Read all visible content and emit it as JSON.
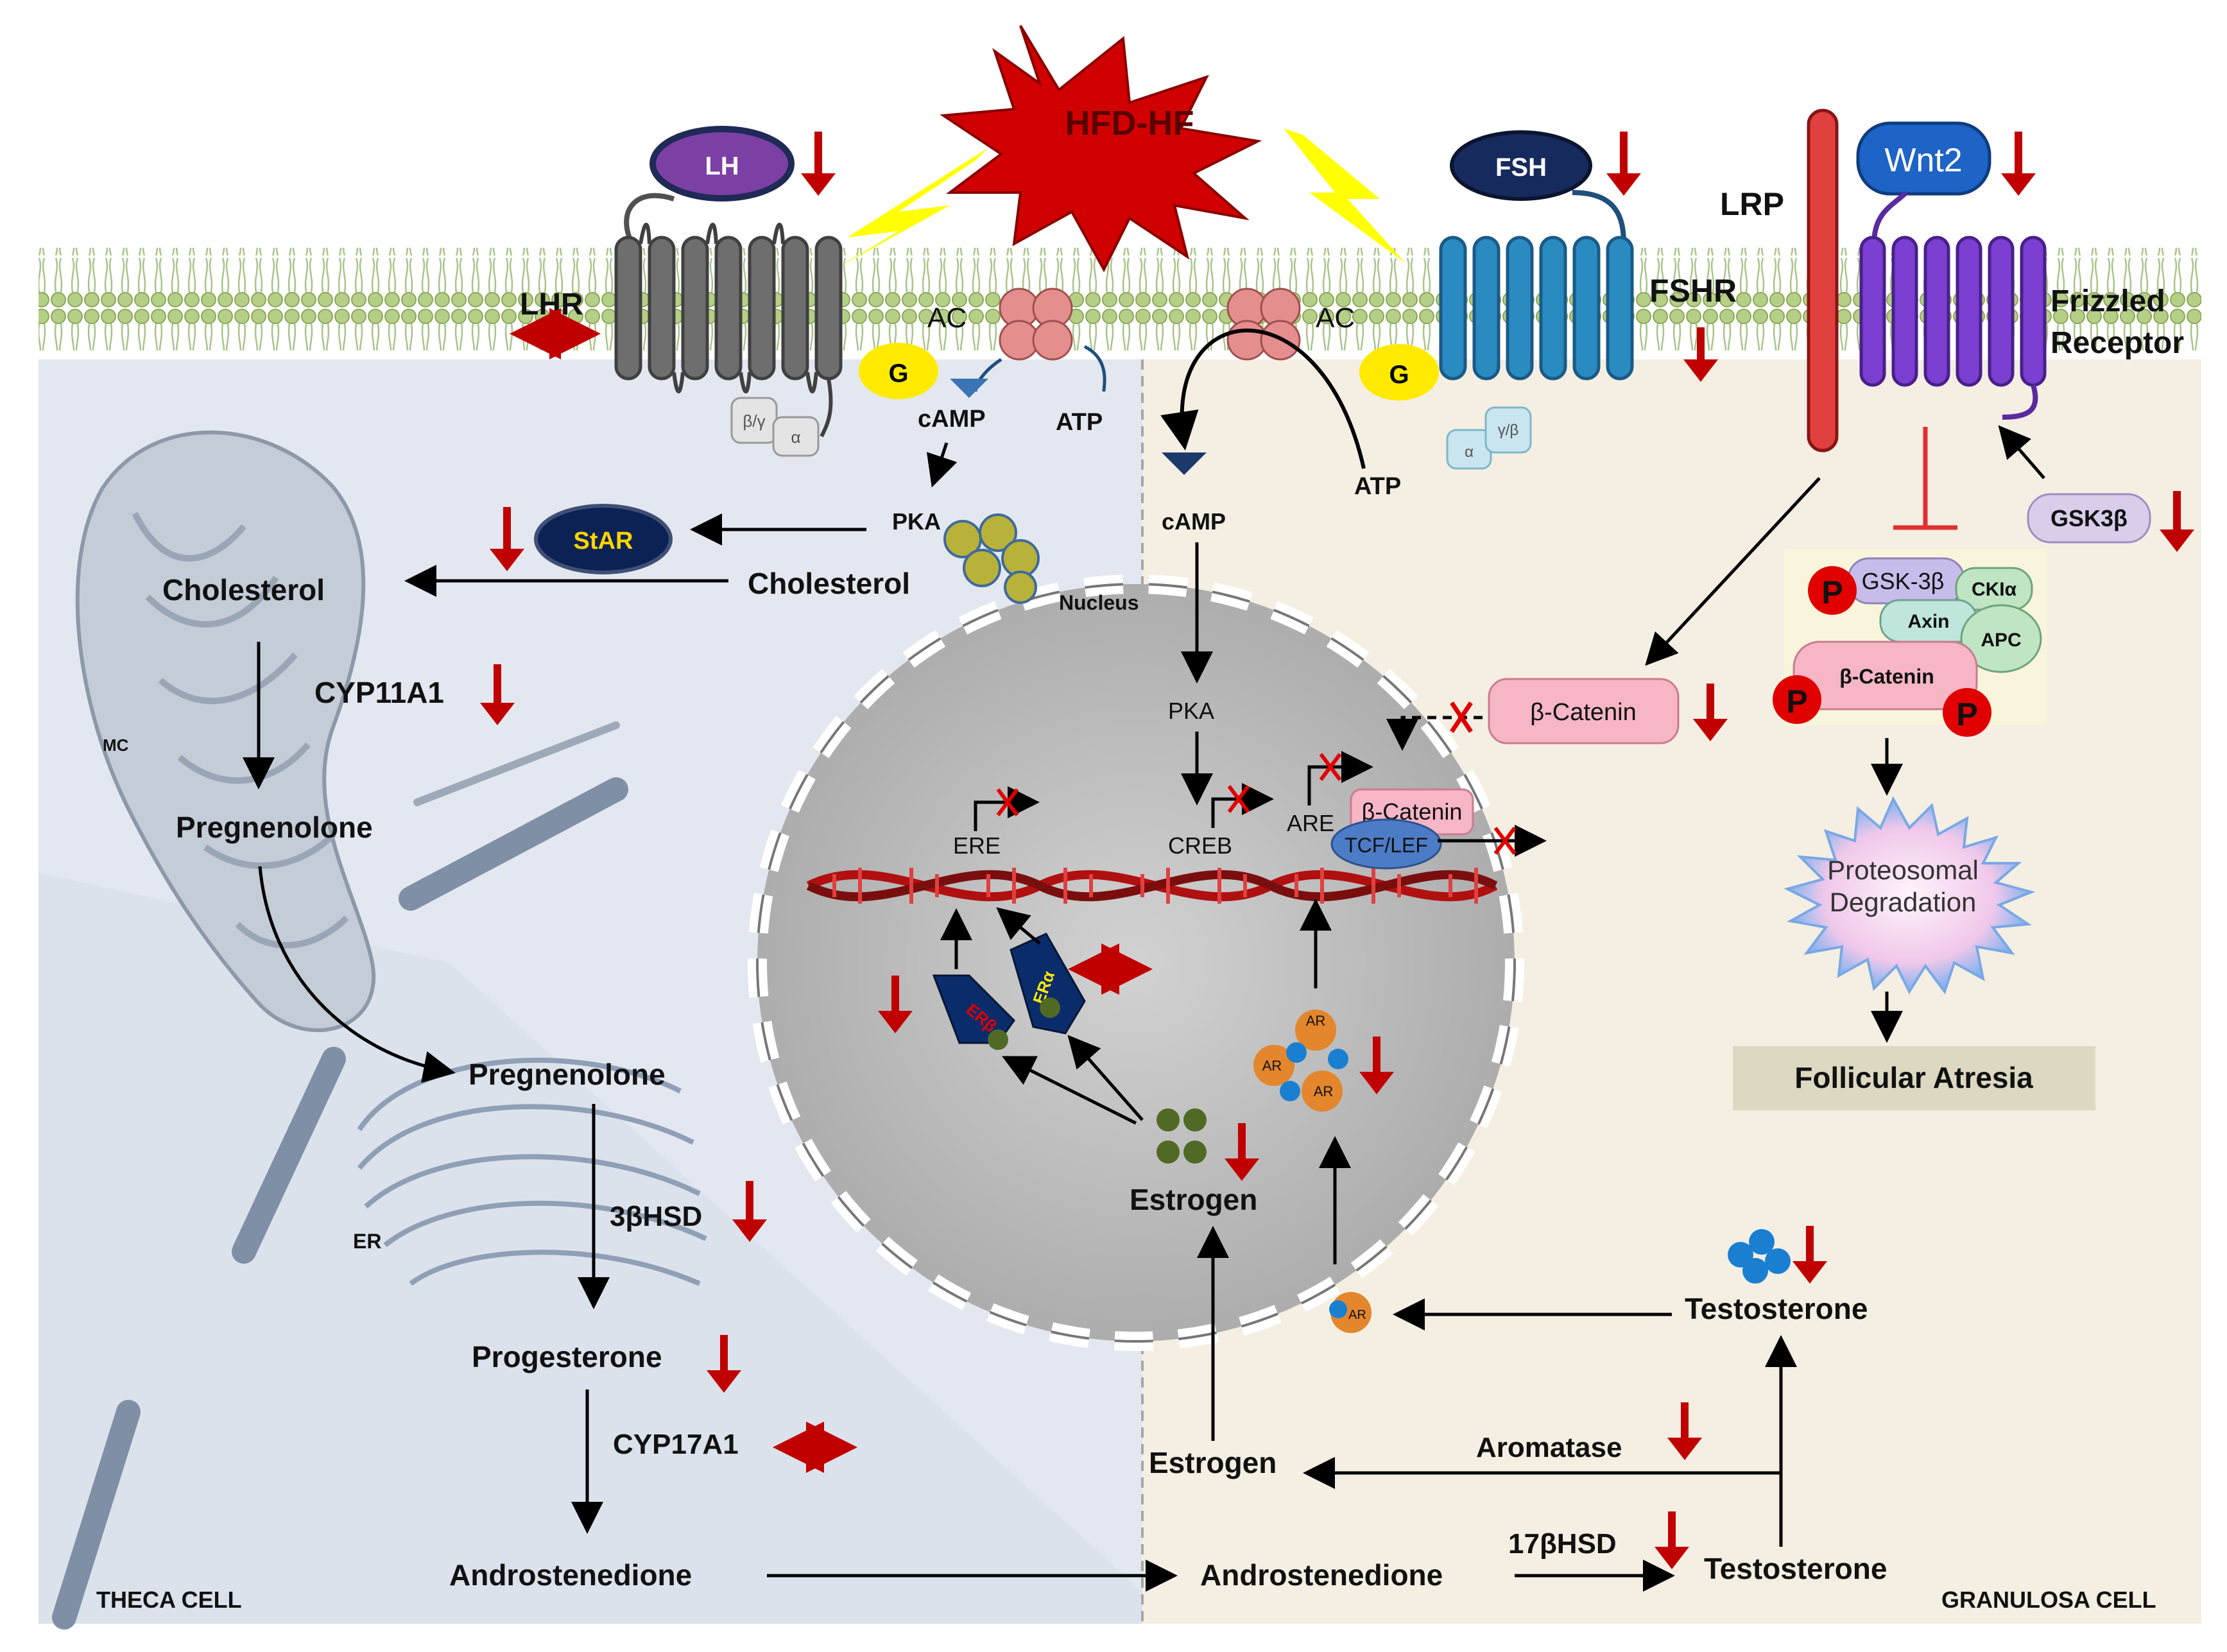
{
  "burst": {
    "label": "HFD-HF"
  },
  "ligands": {
    "lh": "LH",
    "fsh": "FSH",
    "wnt2": "Wnt2"
  },
  "receptors": {
    "lhr": "LHR",
    "fshr": "FSHR",
    "lrp": "LRP",
    "frizzled_line1": "Frizzled",
    "frizzled_line2": "Receptor"
  },
  "gprotein": {
    "g": "G",
    "left_bg": "β/γ",
    "left_a": "α",
    "right_a": "α",
    "right_bg": "γ/β"
  },
  "signaling": {
    "ac_left": "AC",
    "ac_right": "AC",
    "camp_left": "cAMP",
    "camp_right": "cAMP",
    "atp_left": "ATP",
    "atp_right": "ATP",
    "pka_left": "PKA",
    "pka_right": "PKA",
    "creb": "CREB",
    "star": "StAR",
    "gsk3b": "GSK3β"
  },
  "theca": {
    "cholesterol_right": "Cholesterol",
    "cholesterol_left": "Cholesterol",
    "cyp11a1": "CYP11A1",
    "mc": "MC",
    "pregnenolone_1": "Pregnenolone",
    "pregnenolone_2": "Pregnenolone",
    "er": "ER",
    "hsd3b": "3βHSD",
    "progesterone": "Progesterone",
    "cyp17a1": "CYP17A1",
    "androstenedione": "Androstenedione",
    "cell_label": "THECA CELL"
  },
  "nucleus": {
    "label": "Nucleus",
    "ere": "ERE",
    "are": "ARE",
    "bcat": "β-Catenin",
    "tcf": "TCF/LEF",
    "erb": "ERβ",
    "era": "ERα",
    "ar": "AR",
    "estrogen": "Estrogen"
  },
  "granulosa": {
    "bcat_cyto": "β-Catenin",
    "complex_gsk": "GSK-3β",
    "complex_ck": "CKIα",
    "complex_axin": "Axin",
    "complex_apc": "APC",
    "complex_bcat": "β-Catenin",
    "p": "P",
    "proteo_line1": "Proteosomal",
    "proteo_line2": "Degradation",
    "atresia": "Follicular Atresia",
    "testosterone_top": "Testosterone",
    "ar": "AR",
    "aromatase": "Aromatase",
    "estrogen": "Estrogen",
    "hsd17b": "17βHSD",
    "androstenedione": "Androstenedione",
    "testosterone_bottom": "Testosterone",
    "cell_label": "GRANULOSA CELL"
  }
}
